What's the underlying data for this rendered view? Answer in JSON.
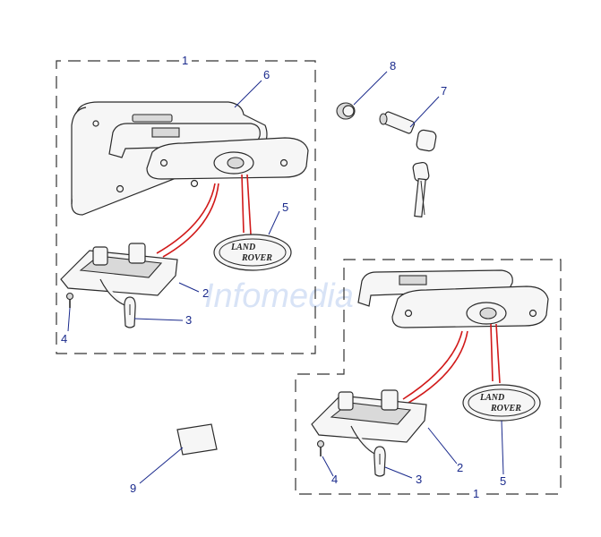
{
  "watermark": "Infomedia",
  "badge": {
    "line1": "LAND",
    "line2": "ROVER"
  },
  "callouts": {
    "c1_top": "1",
    "c6": "6",
    "c8": "8",
    "c7": "7",
    "c5_top": "5",
    "c2_top": "2",
    "c3_top": "3",
    "c4_top": "4",
    "c2_bot": "2",
    "c5_bot": "5",
    "c3_bot": "3",
    "c4_bot": "4",
    "c1_bot": "1",
    "c9": "9"
  },
  "colors": {
    "wire": "#d11a1a",
    "callout": "#1a2a8c",
    "outline": "#2b2b2b"
  }
}
